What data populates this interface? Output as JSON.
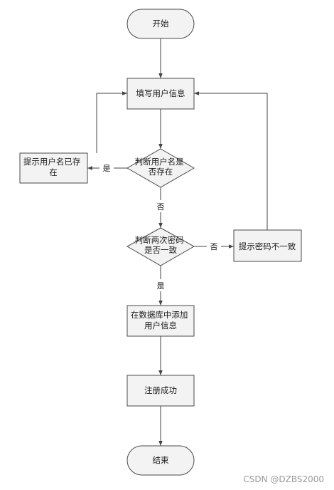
{
  "nodes": {
    "start": {
      "text": [
        "开始"
      ]
    },
    "fill_info": {
      "text": [
        "填写用户信息"
      ]
    },
    "check_name": {
      "text": [
        "判断用户名是",
        "否存在"
      ]
    },
    "name_exists_msg": {
      "text": [
        "提示用户名已存",
        "在"
      ]
    },
    "check_pwd": {
      "text": [
        "判断两次密码",
        "是否一致"
      ]
    },
    "pwd_mismatch_msg": {
      "text": [
        "提示密码不一致"
      ]
    },
    "add_db": {
      "text": [
        "在数据库中添加",
        "用户信息"
      ]
    },
    "success": {
      "text": [
        "注册成功"
      ]
    },
    "end": {
      "text": [
        "结束"
      ]
    }
  },
  "edges": {
    "name_yes": "是",
    "name_no": "否",
    "pwd_no": "否",
    "pwd_yes": "是"
  },
  "watermark": "CSDN @DZBS2000"
}
